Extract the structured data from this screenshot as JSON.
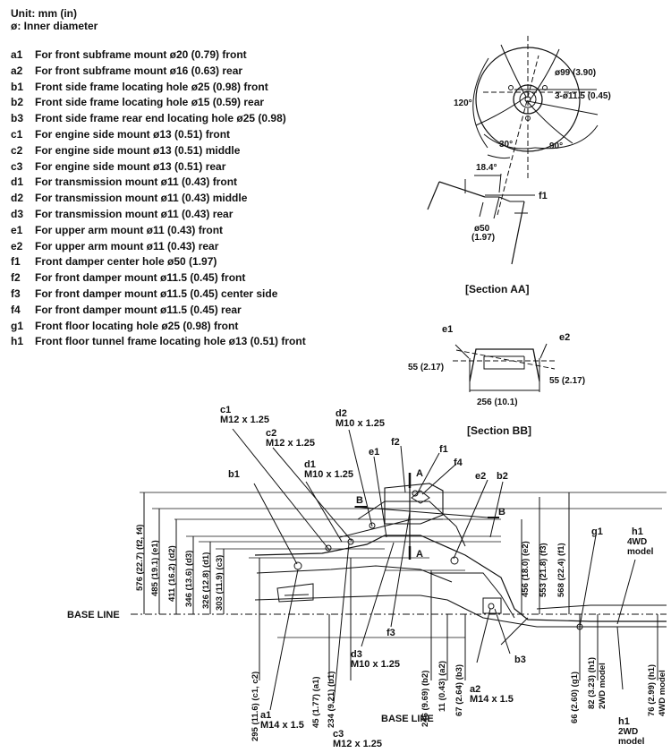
{
  "header": {
    "unit": "Unit: mm (in)",
    "diameter_note": "ø: Inner diameter"
  },
  "legend": [
    {
      "code": "a1",
      "text": "For front subframe mount ø20 (0.79) front"
    },
    {
      "code": "a2",
      "text": "For front subframe mount ø16 (0.63) rear"
    },
    {
      "code": "b1",
      "text": "Front side frame locating hole ø25 (0.98) front"
    },
    {
      "code": "b2",
      "text": "Front side frame locating hole ø15 (0.59) rear"
    },
    {
      "code": "b3",
      "text": "Front side frame rear end locating hole ø25 (0.98)"
    },
    {
      "code": "c1",
      "text": "For engine side mount ø13 (0.51) front"
    },
    {
      "code": "c2",
      "text": "For engine side mount ø13 (0.51) middle"
    },
    {
      "code": "c3",
      "text": "For engine side mount ø13 (0.51) rear"
    },
    {
      "code": "d1",
      "text": "For transmission mount ø11 (0.43) front"
    },
    {
      "code": "d2",
      "text": "For transmission mount ø11 (0.43) middle"
    },
    {
      "code": "d3",
      "text": "For transmission mount ø11 (0.43) rear"
    },
    {
      "code": "e1",
      "text": "For upper arm mount ø11 (0.43) front"
    },
    {
      "code": "e2",
      "text": "For upper arm mount ø11 (0.43) rear"
    },
    {
      "code": "f1",
      "text": "Front damper center hole ø50 (1.97)"
    },
    {
      "code": "f2",
      "text": "For front damper mount ø11.5 (0.45) front"
    },
    {
      "code": "f3",
      "text": "For front damper mount ø11.5 (0.45) center side"
    },
    {
      "code": "f4",
      "text": "For front damper mount ø11.5 (0.45) rear"
    },
    {
      "code": "g1",
      "text": "Front floor locating hole ø25 (0.98) front"
    },
    {
      "code": "h1",
      "text": "Front floor tunnel frame locating hole ø13 (0.51) front"
    }
  ],
  "section_aa": {
    "caption": "[Section AA]",
    "hole_main": "ø99 (3.90)",
    "hole_small": "3-ø11.5 (0.45)",
    "angle_120": "120°",
    "angle_30": "30°",
    "angle_90": "90°",
    "angle_tilt": "18.4°",
    "f1": "f1",
    "center_dia_1": "ø50",
    "center_dia_2": "(1.97)"
  },
  "section_bb": {
    "caption": "[Section BB]",
    "e1": "e1",
    "e2": "e2",
    "offset_left": "55 (2.17)",
    "offset_right": "55 (2.17)",
    "width": "256 (10.1)"
  },
  "side_view": {
    "base_line_left": "BASE LINE",
    "base_line_bottom": "BASE LINE",
    "labels": {
      "c1": "c1",
      "c1_bolt": "M12 x 1.25",
      "c2": "c2",
      "c2_bolt": "M12 x 1.25",
      "d1": "d1",
      "d1_bolt": "M10 x 1.25",
      "d2": "d2",
      "d2_bolt": "M10 x 1.25",
      "b1": "b1",
      "b2": "b2",
      "b3": "b3",
      "e1": "e1",
      "e2": "e2",
      "f1": "f1",
      "f2": "f2",
      "f3": "f3",
      "f4": "f4",
      "g1": "g1",
      "h1_top": "h1",
      "h1_top_model1": "4WD",
      "h1_top_model2": "model",
      "a1": "a1",
      "a1_bolt": "M14 x 1.5",
      "a2": "a2",
      "a2_bolt": "M14 x 1.5",
      "c3": "c3",
      "c3_bolt": "M12 x 1.25",
      "d3": "d3",
      "d3_bolt": "M10 x 1.25",
      "h1_bot": "h1",
      "h1_bot_model1": "2WD",
      "h1_bot_model2": "model",
      "sec_a_top": "A",
      "sec_a_bot": "A",
      "sec_b_left": "B",
      "sec_b_right": "B"
    },
    "dims": {
      "d576": "576 (22.7) (f2, f4)",
      "d485": "485 (19.1) (e1)",
      "d411": "411 (16.2) (d2)",
      "d346": "346 (13.6) (d3)",
      "d326": "326 (12.8) (d1)",
      "d303": "303 (11.9) (c3)",
      "d456": "456 (18.0) (e2)",
      "d553": "553 (21.8) (f3)",
      "d568": "568 (22.4) (f1)",
      "d295": "295 (11.6) (c1, c2)",
      "d45": "45 (1.77) (a1)",
      "d234": "234 (9.21) (b1)",
      "d246": "246 (9.69) (b2)",
      "d11": "11 (0.43) (a2)",
      "d67": "67 (2.64) (b3)",
      "d66": "66 (2.60) (g1)",
      "d82": "82 (3.23) (h1)",
      "d82_note": "2WD model",
      "d76": "76 (2.99) (h1)",
      "d76_note": "4WD model"
    }
  }
}
